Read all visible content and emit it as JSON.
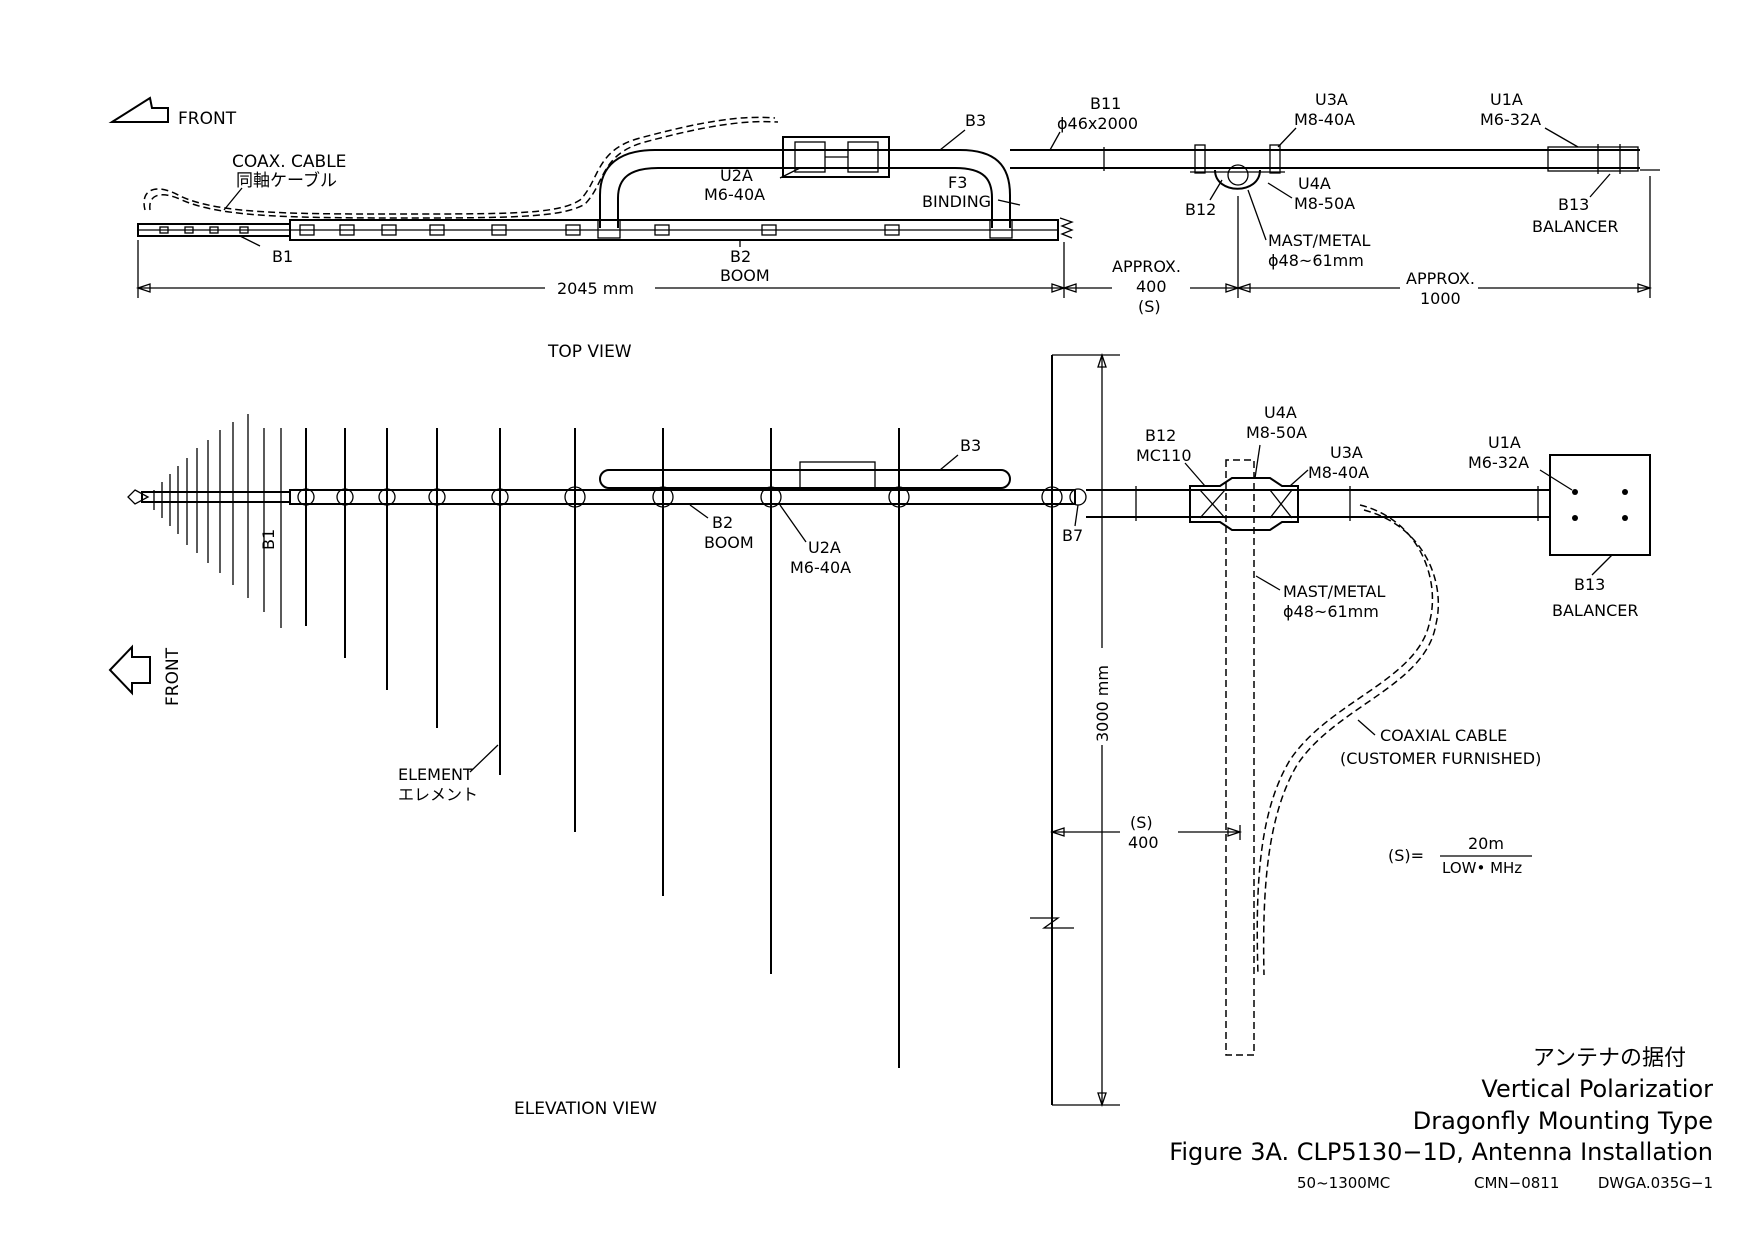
{
  "top_view": {
    "view_label": "TOP VIEW",
    "front": "FRONT",
    "coax_cable": "COAX. CABLE",
    "coax_cable_jp": "同軸ケーブル",
    "b1": "B1",
    "b2": "B2",
    "boom": "BOOM",
    "b3": "B3",
    "u2a": "U2A",
    "u2a_spec": "M6-40A",
    "f3": "F3",
    "binding": "BINDING",
    "b11": "B11",
    "b11_spec": "ϕ46x2000",
    "u3a": "U3A",
    "u3a_spec": "M8-40A",
    "u4a": "U4A",
    "u4a_spec": "M8-50A",
    "b12": "B12",
    "mast": "MAST/METAL",
    "mast_spec": "ϕ48~61mm",
    "u1a": "U1A",
    "u1a_spec": "M6-32A",
    "b13": "B13",
    "balancer": "BALANCER",
    "dim_boom": "2045 mm",
    "approx": "APPROX.",
    "dim_400": "400",
    "dim_s": "(S)",
    "dim_1000": "1000"
  },
  "elevation_view": {
    "view_label": "ELEVATION VIEW",
    "front": "FRONT",
    "b1": "B1",
    "b2": "B2",
    "boom": "BOOM",
    "b3": "B3",
    "u2a": "U2A",
    "u2a_spec": "M6-40A",
    "b7": "B7",
    "b12": "B12",
    "mc110": "MC110",
    "u4a": "U4A",
    "u4a_spec": "M8-50A",
    "u3a": "U3A",
    "u3a_spec": "M8-40A",
    "u1a": "U1A",
    "u1a_spec": "M6-32A",
    "b13": "B13",
    "balancer": "BALANCER",
    "mast": "MAST/METAL",
    "mast_spec": "ϕ48~61mm",
    "element": "ELEMENT",
    "element_jp": "エレメント",
    "coaxial_cable": "COAXIAL CABLE",
    "customer_furnished": "(CUSTOMER FURNISHED)",
    "dim_3000": "3000 mm",
    "dim_s": "(S)",
    "dim_400": "400",
    "formula_lhs": "(S)=",
    "formula_num": "20m",
    "formula_den": "LOW• MHz"
  },
  "title_block": {
    "jp_title": "アンテナの据付",
    "line1": "Vertical Polarizatior",
    "line2": "Dragonfly Mounting Type",
    "line3": "Figure 3A.  CLP5130−1D, Antenna Installation",
    "freq": "50~1300MC",
    "doc_no": "CMN−0811",
    "dwg_no": "DWGA.035G−1"
  }
}
